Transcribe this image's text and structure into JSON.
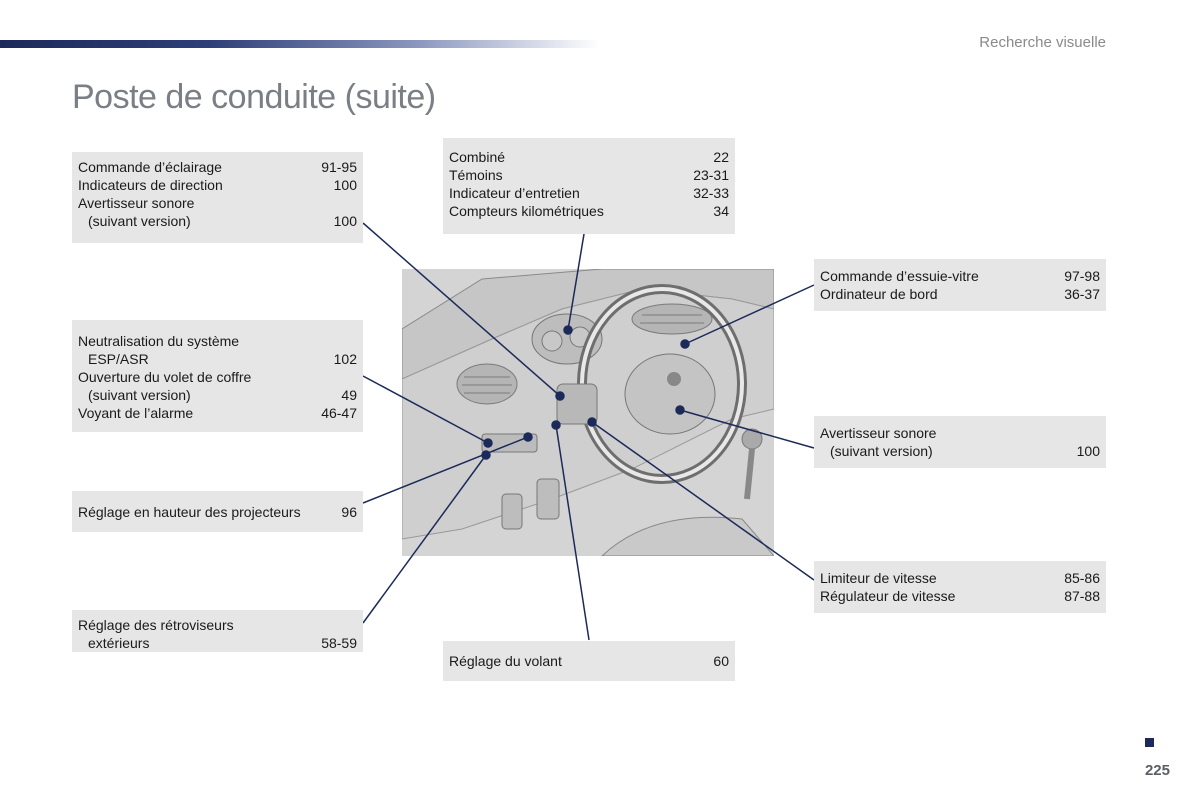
{
  "header": {
    "section": "Recherche visuelle",
    "title": "Poste de conduite (suite)"
  },
  "boxes": {
    "lighting": {
      "rows": [
        {
          "label": "Commande d’éclairage",
          "label2": "",
          "page": "91-95"
        },
        {
          "label": "Indicateurs de direction",
          "label2": "",
          "page": "100"
        },
        {
          "label": "Avertisseur sonore",
          "label2": "(suivant version)",
          "page": "100"
        }
      ]
    },
    "esp": {
      "rows": [
        {
          "label": "Neutralisation du système",
          "label2": "ESP/ASR",
          "page": "102"
        },
        {
          "label": "Ouverture du volet de coffre",
          "label2": "(suivant version)",
          "page": "49"
        },
        {
          "label": "Voyant de l’alarme",
          "label2": "",
          "page": "46-47"
        }
      ]
    },
    "headlamp": {
      "rows": [
        {
          "label": "Réglage en hauteur des projecteurs",
          "label2": "",
          "page": "96"
        }
      ]
    },
    "mirrors": {
      "rows": [
        {
          "label": "Réglage des rétroviseurs",
          "label2": "extérieurs",
          "page": "58-59"
        }
      ]
    },
    "cluster": {
      "rows": [
        {
          "label": "Combiné",
          "label2": "",
          "page": "22"
        },
        {
          "label": "Témoins",
          "label2": "",
          "page": "23-31"
        },
        {
          "label": "Indicateur d’entretien",
          "label2": "",
          "page": "32-33"
        },
        {
          "label": "Compteurs kilométriques",
          "label2": "",
          "page": "34"
        }
      ]
    },
    "steering": {
      "rows": [
        {
          "label": "Réglage du volant",
          "label2": "",
          "page": "60"
        }
      ]
    },
    "wiper": {
      "rows": [
        {
          "label": "Commande d’essuie-vitre",
          "label2": "",
          "page": "97-98"
        },
        {
          "label": "Ordinateur de bord",
          "label2": "",
          "page": "36-37"
        }
      ]
    },
    "horn": {
      "rows": [
        {
          "label": "Avertisseur sonore",
          "label2": "(suivant version)",
          "page": "100"
        }
      ]
    },
    "speed": {
      "rows": [
        {
          "label": "Limiteur de vitesse",
          "label2": "",
          "page": "85-86"
        },
        {
          "label": "Régulateur de vitesse",
          "label2": "",
          "page": "87-88"
        }
      ]
    }
  },
  "footer": {
    "page_number": "225"
  },
  "colors": {
    "accent": "#1c2a5a",
    "box_bg": "#e6e6e6",
    "title": "#7a7f86"
  }
}
